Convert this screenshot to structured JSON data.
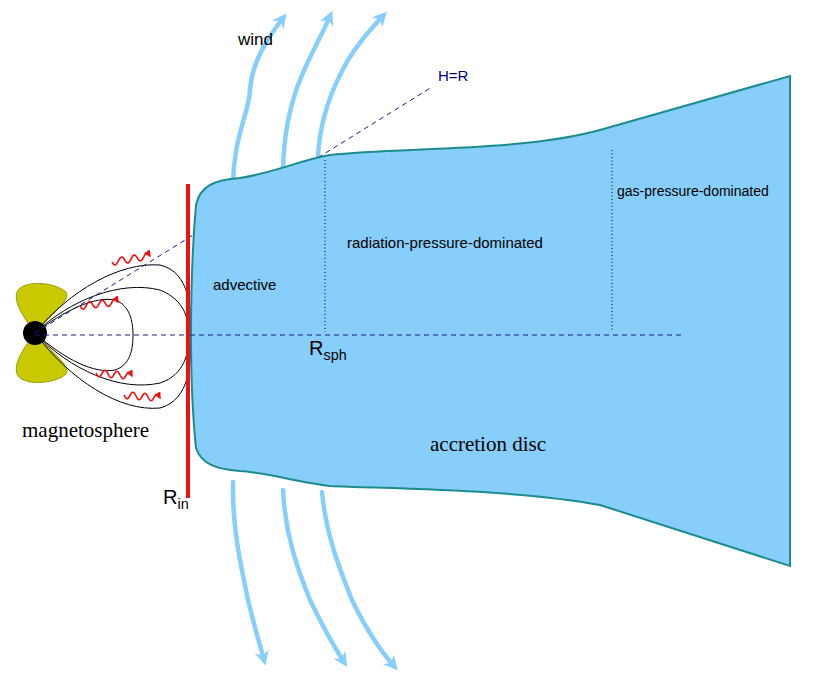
{
  "diagram": {
    "nodes": [
      {
        "text": [
          "advective",
          "radiation-pressure-dominated",
          "gas-pressure-dominated",
          "Rsph",
          "accretion disc"
        ]
      }
    ],
    "labels": [
      "wind",
      "H=R",
      "magnetosphere",
      "Rin"
    ]
  }
}
